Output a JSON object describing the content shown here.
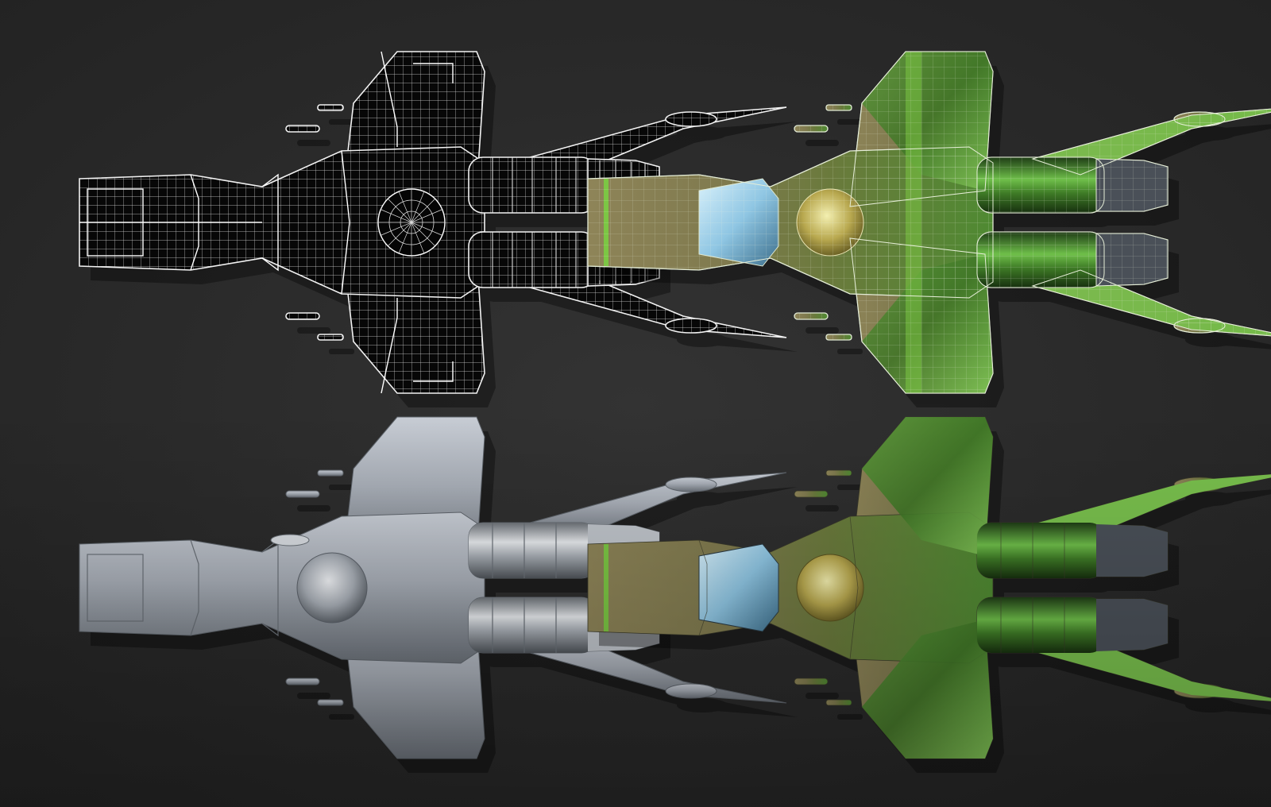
{
  "scene": {
    "background": "#2b2b2b",
    "panels": [
      {
        "name": "wireframe",
        "render_style": "wireframe",
        "colors": {
          "fill": "#050505",
          "line": "#f2f2f2"
        }
      },
      {
        "name": "textured-wireframe",
        "render_style": "textured-with-wire-overlay",
        "colors": {
          "camo_tan": "#8e8458",
          "camo_green": "#4f8a32",
          "stripe": "#7cc644",
          "line": "#dfe8d0"
        }
      },
      {
        "name": "clay",
        "render_style": "metallic-clay",
        "colors": {
          "hull": "#9ea4ad",
          "highlight": "#e6e9ee",
          "shadow": "#5d636b"
        }
      },
      {
        "name": "textured",
        "render_style": "textured",
        "colors": {
          "camo_tan": "#8b8054",
          "camo_green": "#4c8530",
          "stripe": "#7cc644",
          "canopy": "#a9d8ef"
        }
      }
    ]
  }
}
